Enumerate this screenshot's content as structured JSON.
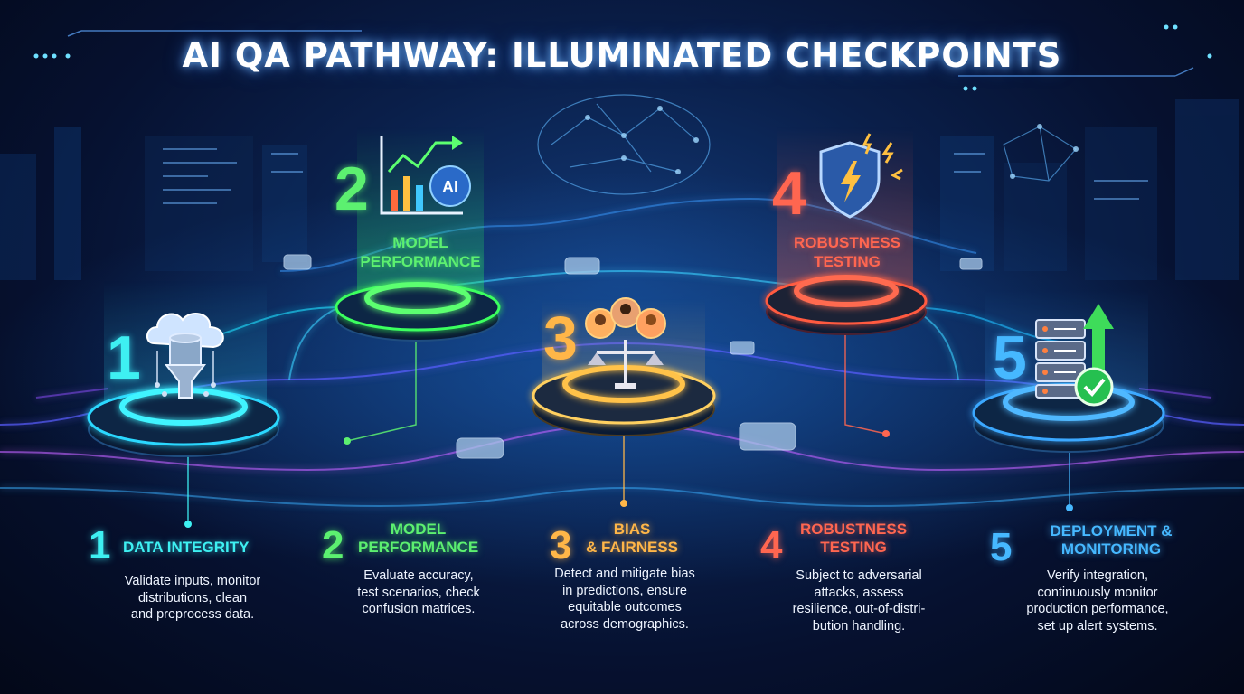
{
  "title": "AI QA PATHWAY: ILLUMINATED CHECKPOINTS",
  "colors": {
    "c1": "#3ef0f2",
    "c2": "#5cf070",
    "c3": "#ffb648",
    "c4": "#ff6650",
    "c5": "#46b8ff"
  },
  "platform_labels": {
    "p2": [
      "MODEL",
      "PERFORMANCE"
    ],
    "p4": [
      "ROBUSTNESS",
      "TESTING"
    ]
  },
  "platform_numbers": [
    "1",
    "2",
    "3",
    "4",
    "5"
  ],
  "icons": [
    "cloud-database-funnel-icon",
    "chart-ai-brain-icon",
    "people-scales-icon",
    "lightning-shield-icon",
    "server-upload-check-icon"
  ],
  "steps": [
    {
      "num": "1",
      "title": [
        "DATA INTEGRITY"
      ],
      "desc": [
        "Validate inputs, monitor",
        "distributions, clean",
        "and preprocess data."
      ]
    },
    {
      "num": "2",
      "title": [
        "MODEL",
        "PERFORMANCE"
      ],
      "desc": [
        "Evaluate accuracy,",
        "test scenarios, check",
        "confusion matrices."
      ]
    },
    {
      "num": "3",
      "title": [
        "BIAS",
        "& FAIRNESS"
      ],
      "desc": [
        "Detect and mitigate bias",
        "in predictions, ensure",
        "equitable outcomes",
        "across demographics."
      ]
    },
    {
      "num": "4",
      "title": [
        "ROBUSTNESS",
        "TESTING"
      ],
      "desc": [
        "Subject to adversarial",
        "attacks, assess",
        "resilience, out-of-distri-",
        "bution handling."
      ]
    },
    {
      "num": "5",
      "title": [
        "DEPLOYMENT &",
        "MONITORING"
      ],
      "desc": [
        "Verify integration,",
        "continuously monitor",
        "production performance,",
        "set up alert systems."
      ]
    }
  ]
}
